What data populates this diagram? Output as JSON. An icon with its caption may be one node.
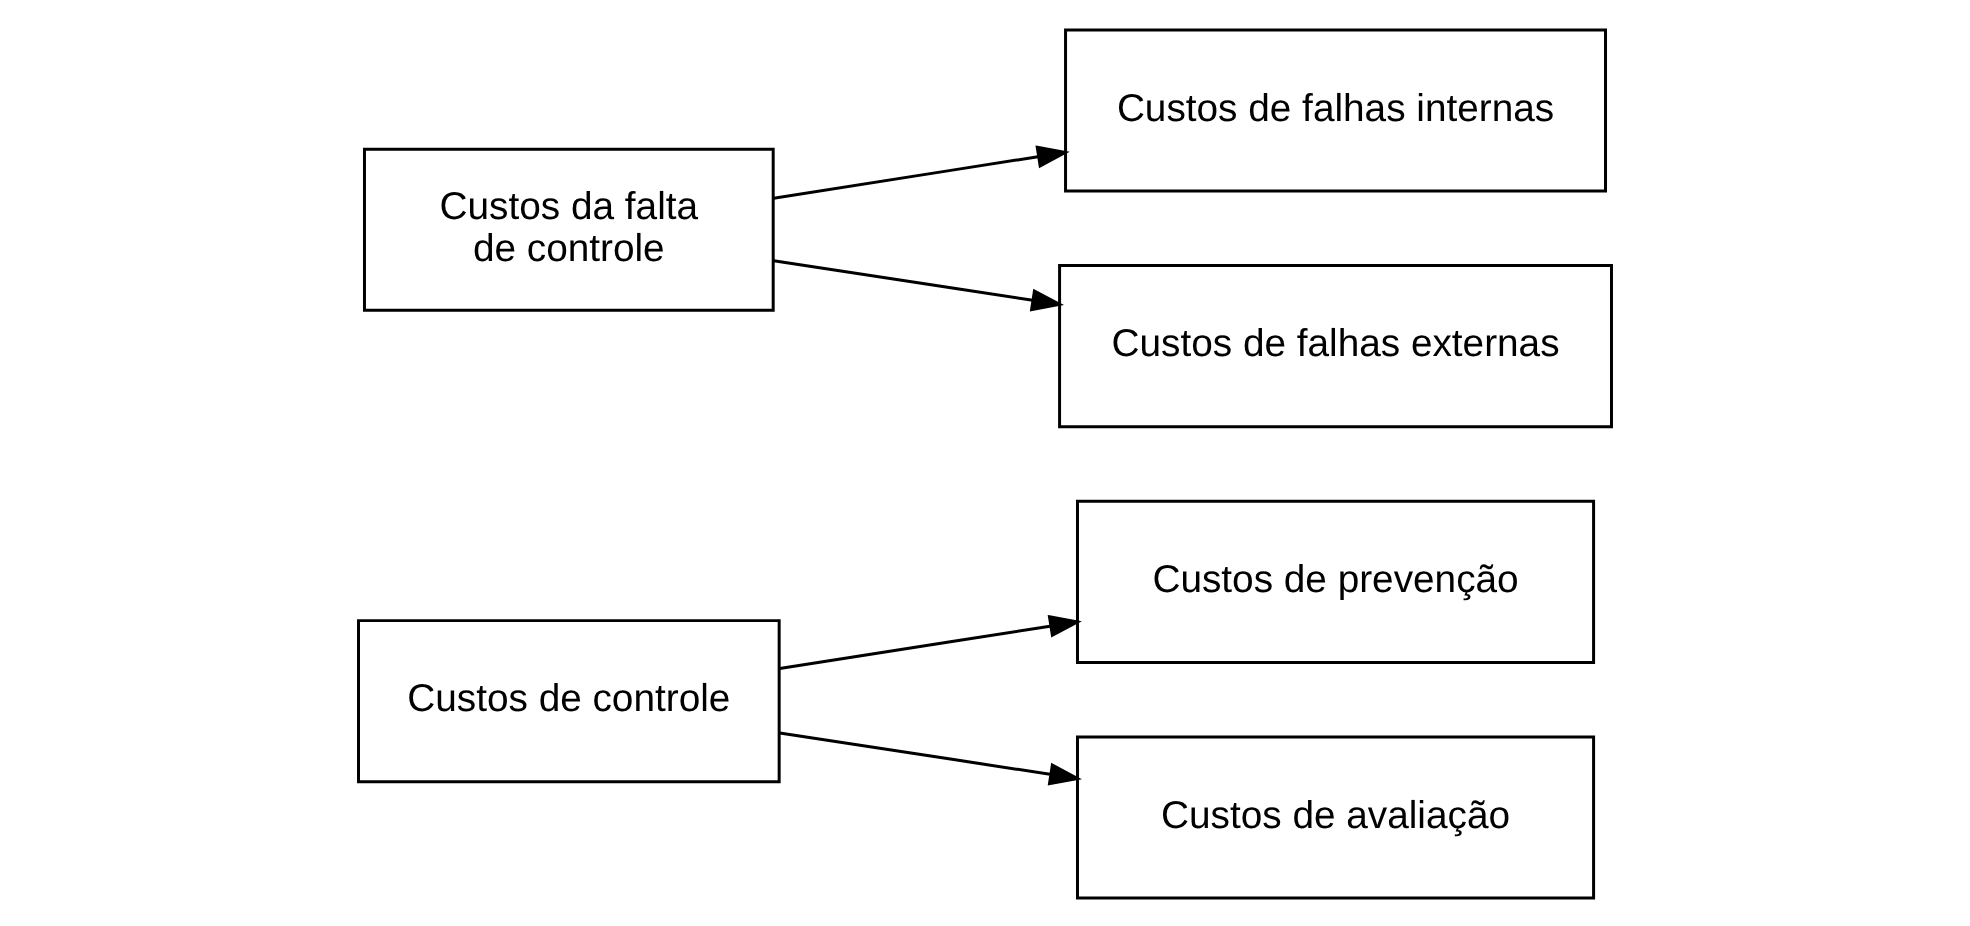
{
  "diagram": {
    "nodes": [
      {
        "text": [
          "Custos de controle"
        ]
      },
      {
        "text": [
          "Custos de prevenção"
        ]
      },
      {
        "text": [
          "Custos de avaliação"
        ]
      },
      {
        "text": [
          "Custos da falta de controle"
        ]
      },
      {
        "text": [
          "Custos de falhas internas"
        ]
      },
      {
        "text": [
          "Custos de falhas externas"
        ]
      }
    ],
    "edges": [
      {
        "from": 0,
        "to": 1,
        "arrow": "to"
      },
      {
        "from": 0,
        "to": 2,
        "arrow": "to"
      },
      {
        "from": 3,
        "to": 4,
        "arrow": "to"
      },
      {
        "from": 3,
        "to": 5,
        "arrow": "to"
      }
    ]
  }
}
